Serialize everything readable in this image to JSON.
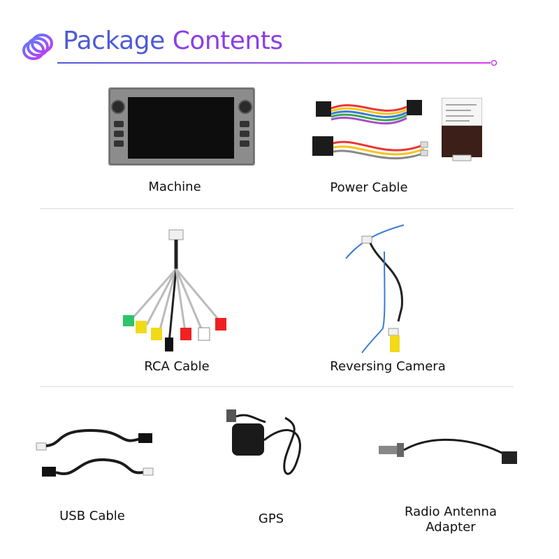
{
  "header": {
    "title_part1": "Package",
    "title_part2": "Contents"
  },
  "items": [
    {
      "label": "Machine"
    },
    {
      "label": "Power Cable"
    },
    {
      "label": "RCA Cable"
    },
    {
      "label": "Reversing  Camera"
    },
    {
      "label": "USB Cable"
    },
    {
      "label": "GPS"
    },
    {
      "label": "Radio Antenna\nAdapter"
    }
  ],
  "colors": {
    "title_blue": "#4f5bd5",
    "title_purple": "#8a3ee8",
    "machine_frame": "#8c8c8c",
    "screen": "#0d0d0d"
  }
}
